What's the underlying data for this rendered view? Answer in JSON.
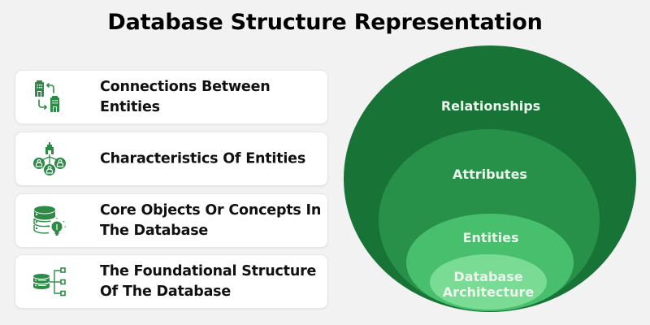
{
  "title": "Database Structure Representation",
  "colors": {
    "background": "#f2f2f2",
    "icon_green": "#2e8b47",
    "layer_relationships": "#187336",
    "layer_attributes": "#27914a",
    "layer_entities": "#47bf6c",
    "layer_architecture": "#7adb95",
    "layer_text": "#eaf6ec"
  },
  "cards": [
    {
      "icon": "building-connection-icon",
      "label": "Connections Between Entities"
    },
    {
      "icon": "entity-attributes-icon",
      "label": "Characteristics Of Entities"
    },
    {
      "icon": "database-idea-icon",
      "label": "Core Objects Or Concepts In The Database"
    },
    {
      "icon": "database-tree-icon",
      "label": "The Foundational Structure Of The Database"
    }
  ],
  "layers": [
    {
      "name": "relationships",
      "label": "Relationships"
    },
    {
      "name": "attributes",
      "label": "Attributes"
    },
    {
      "name": "entities",
      "label": "Entities"
    },
    {
      "name": "database-architecture",
      "label_lines": [
        "Database",
        "Architecture"
      ]
    }
  ]
}
